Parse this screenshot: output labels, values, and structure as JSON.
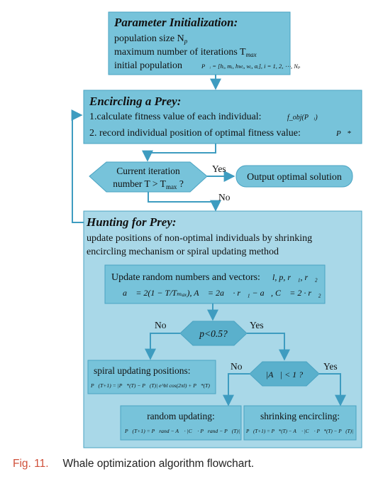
{
  "colors": {
    "box_fill": "#77c3da",
    "box_dark": "#5ab0cc",
    "box_stroke": "#4aa3c2",
    "big_panel": "#a9d8e8",
    "arrow": "#3e9cc0",
    "text": "#111111",
    "caption_label": "#d0503a"
  },
  "init": {
    "title": "Parameter Initialization:",
    "line1": "population size N",
    "line1_sub": "p",
    "line2": "maximum number of iterations T",
    "line2_sub": "max",
    "line3": "initial population",
    "line3_formula": "P⃗ᵢ = [hᵢ, mᵢ, hwᵢ, wᵢ, αᵢ], i = 1, 2, ⋯, Nₚ"
  },
  "encircle": {
    "title": "Encircling a Prey:",
    "line1": "1.calculate fitness value of each individual:",
    "line1_formula": "f_obj(P⃗ᵢ)",
    "line2": "2. record individual position of optimal fitness value:",
    "line2_formula": "P⃗*"
  },
  "decision1": {
    "line1": "Current iteration",
    "line2": "number T > T",
    "line2_sub": "max",
    "line2_end": " ?",
    "yes": "Yes",
    "no": "No"
  },
  "output": {
    "label": "Output optimal solution"
  },
  "hunt": {
    "title": "Hunting for Prey:",
    "line1": "update positions of non-optimal individuals by shrinking",
    "line2": "encircling mechanism or spiral updating method"
  },
  "update": {
    "line1": "Update random numbers and vectors:",
    "line1_formula": "l, p, r⃗₁, r⃗₂",
    "line2_formula": "a⃗ = 2(1 − T/Tₘₐₓ), A⃗ = 2a⃗ · r⃗₁ − a⃗,  C⃗ = 2 · r⃗₂"
  },
  "decision2": {
    "label": "p<0.5?",
    "yes": "Yes",
    "no": "No"
  },
  "decision3": {
    "label": "|A⃗| < 1 ?",
    "yes": "Yes",
    "no": "No"
  },
  "spiral": {
    "title": "spiral updating positions:",
    "formula": "P⃗(T+1) = |P⃗*(T) − P⃗(T)| e^bl cos(2πl) + P⃗*(T)"
  },
  "random": {
    "title": "random updating:",
    "formula": "P⃗(T+1) = P⃗rand − A⃗ · |C⃗ · P⃗rand − P⃗(T)|"
  },
  "shrink": {
    "title": "shrinking encircling:",
    "formula": "P⃗(T+1) = P⃗*(T) − A⃗ · |C⃗ · P⃗*(T) − P⃗(T)|"
  },
  "caption": {
    "label": "Fig. 11.",
    "text": "Whale optimization algorithm flowchart."
  }
}
